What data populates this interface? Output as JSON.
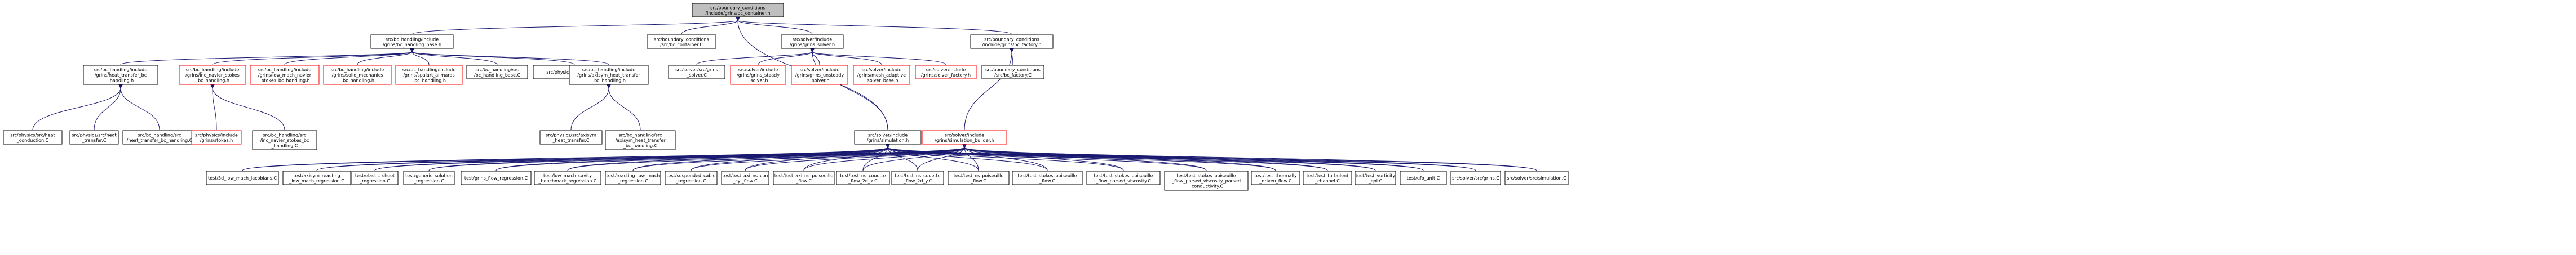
{
  "graph": {
    "colors": {
      "edge": "#191970",
      "border_default": "#000000",
      "border_red": "#ff0000",
      "root_fill": "#bfbfbf",
      "node_fill": "#ffffff"
    },
    "nodes": [
      {
        "id": "bc_container",
        "lines": [
          "src/boundary_conditions",
          "/include/grins/bc_container.h"
        ],
        "border": "default",
        "root": true
      },
      {
        "id": "bc_handling_base",
        "lines": [
          "src/bc_handling/include",
          "/grins/bc_handling_base.h"
        ],
        "border": "default"
      },
      {
        "id": "bc_container_C",
        "lines": [
          "src/boundary_conditions",
          "/src/bc_container.C"
        ],
        "border": "default"
      },
      {
        "id": "grins_solver",
        "lines": [
          "src/solver/include",
          "/grins/grins_solver.h"
        ],
        "border": "default"
      },
      {
        "id": "bc_factory_h",
        "lines": [
          "src/boundary_conditions",
          "/include/grins/bc_factory.h"
        ],
        "border": "default"
      },
      {
        "id": "heat_transfer_bc",
        "lines": [
          "src/bc_handling/include",
          "/grins/heat_transfer_bc",
          "_handling.h"
        ],
        "border": "default"
      },
      {
        "id": "inc_ns_bc",
        "lines": [
          "src/bc_handling/include",
          "/grins/inc_navier_stokes",
          "_bc_handling.h"
        ],
        "border": "red"
      },
      {
        "id": "low_mach_ns_bc",
        "lines": [
          "src/bc_handling/include",
          "/grins/low_mach_navier",
          "_stokes_bc_handling.h"
        ],
        "border": "red"
      },
      {
        "id": "solid_mech_bc",
        "lines": [
          "src/bc_handling/include",
          "/grins/solid_mechanics",
          "_bc_handling.h"
        ],
        "border": "red"
      },
      {
        "id": "spalart_bc",
        "lines": [
          "src/bc_handling/include",
          "/grins/spalart_allmaras",
          "_bc_handling.h"
        ],
        "border": "red"
      },
      {
        "id": "bc_handling_base_C",
        "lines": [
          "src/bc_handling/src",
          "/bc_handling_base.C"
        ],
        "border": "default"
      },
      {
        "id": "physics_C",
        "lines": [
          "src/physics/src/physics.C"
        ],
        "border": "default"
      },
      {
        "id": "axisym_ht_bc",
        "lines": [
          "src/bc_handling/include",
          "/grins/axisym_heat_transfer",
          "_bc_handling.h"
        ],
        "border": "default"
      },
      {
        "id": "grins_solver_C",
        "lines": [
          "src/solver/src/grins",
          "_solver.C"
        ],
        "border": "default"
      },
      {
        "id": "grins_steady_solver",
        "lines": [
          "src/solver/include",
          "/grins/grins_steady",
          "_solver.h"
        ],
        "border": "red"
      },
      {
        "id": "grins_unsteady_solver",
        "lines": [
          "src/solver/include",
          "/grins/grins_unsteady",
          "_solver.h"
        ],
        "border": "red"
      },
      {
        "id": "grins_mesh_adaptive",
        "lines": [
          "src/solver/include",
          "/grins/mesh_adaptive",
          "_solver_base.h"
        ],
        "border": "red"
      },
      {
        "id": "solver_factory_h",
        "lines": [
          "src/solver/include",
          "/grins/solver_factory.h"
        ],
        "border": "red"
      },
      {
        "id": "bc_factory_C",
        "lines": [
          "src/boundary_conditions",
          "/src/bc_factory.C"
        ],
        "border": "default"
      },
      {
        "id": "axi_conduction_C",
        "lines": [
          "src/physics/src/heat",
          "_conduction.C"
        ],
        "border": "default"
      },
      {
        "id": "heat_transfer_C",
        "lines": [
          "src/physics/src/heat",
          "_transfer.C"
        ],
        "border": "default"
      },
      {
        "id": "heat_transfer_bc_C",
        "lines": [
          "src/bc_handling/src",
          "/heat_transfer_bc_handling.C"
        ],
        "border": "default"
      },
      {
        "id": "stokes_h",
        "lines": [
          "src/physics/include",
          "/grins/stokes.h"
        ],
        "border": "red"
      },
      {
        "id": "inc_ns_bc_C",
        "lines": [
          "src/bc_handling/src",
          "/inc_navier_stokes_bc",
          "_handling.C"
        ],
        "border": "default"
      },
      {
        "id": "axisym_ht_C",
        "lines": [
          "src/physics/src/axisym",
          "_heat_transfer.C"
        ],
        "border": "default"
      },
      {
        "id": "axisym_ht_bc_C",
        "lines": [
          "src/bc_handling/src",
          "/axisym_heat_transfer",
          "_bc_handling.C"
        ],
        "border": "default"
      },
      {
        "id": "simulation_h",
        "lines": [
          "src/solver/include",
          "/grins/simulation.h"
        ],
        "border": "default"
      },
      {
        "id": "sim_builder_h",
        "lines": [
          "src/solver/include",
          "/grins/simulation_builder.h"
        ],
        "border": "red"
      },
      {
        "id": "t_3d_low_mach",
        "lines": [
          "test/3d_low_mach_jacobians.C"
        ],
        "border": "default"
      },
      {
        "id": "t_axisym_reacting",
        "lines": [
          "test/axisym_reacting",
          "_low_mach_regression.C"
        ],
        "border": "default"
      },
      {
        "id": "t_elastic_sheet",
        "lines": [
          "test/elastic_sheet",
          "_regression.C"
        ],
        "border": "default"
      },
      {
        "id": "t_generic_solution",
        "lines": [
          "test/generic_solution",
          "_regression.C"
        ],
        "border": "default"
      },
      {
        "id": "t_grins_flow",
        "lines": [
          "test/grins_flow_regression.C"
        ],
        "border": "default"
      },
      {
        "id": "t_low_mach_cavity",
        "lines": [
          "test/low_mach_cavity",
          "_benchmark_regression.C"
        ],
        "border": "default"
      },
      {
        "id": "t_reacting_low_mach",
        "lines": [
          "test/reacting_low_mach",
          "_regression.C"
        ],
        "border": "default"
      },
      {
        "id": "t_suspended_cable",
        "lines": [
          "test/suspended_cable",
          "_regression.C"
        ],
        "border": "default"
      },
      {
        "id": "t_axi_ns_con_cyl",
        "lines": [
          "test/test_axi_ns_con",
          "_cyl_flow.C"
        ],
        "border": "default"
      },
      {
        "id": "t_axi_ns_poiseuille",
        "lines": [
          "test/test_axi_ns_poiseuille",
          "_flow.C"
        ],
        "border": "default"
      },
      {
        "id": "t_ns_couette_2d_x",
        "lines": [
          "test/test_ns_couette",
          "_flow_2d_x.C"
        ],
        "border": "default"
      },
      {
        "id": "t_ns_couette_2d_y",
        "lines": [
          "test/test_ns_couette",
          "_flow_2d_y.C"
        ],
        "border": "default"
      },
      {
        "id": "t_ns_poiseuille",
        "lines": [
          "test/test_ns_poiseuille",
          "_flow.C"
        ],
        "border": "default"
      },
      {
        "id": "t_stokes_poiseuille",
        "lines": [
          "test/test_stokes_poiseuille",
          "_flow.C"
        ],
        "border": "default"
      },
      {
        "id": "t_stokes_parsed_visc",
        "lines": [
          "test/test_stokes_poiseuille",
          "_flow_parsed_viscosity.C"
        ],
        "border": "default"
      },
      {
        "id": "t_stokes_parsed_cond",
        "lines": [
          "test/test_stokes_poiseuille",
          "_flow_parsed_viscosity_parsed",
          "_conductivity.C"
        ],
        "border": "default"
      },
      {
        "id": "t_thermally_driven",
        "lines": [
          "test/test_thermally",
          "_driven_flow.C"
        ],
        "border": "default"
      },
      {
        "id": "t_turbulent_channel",
        "lines": [
          "test/test_turbulent",
          "_channel.C"
        ],
        "border": "default"
      },
      {
        "id": "t_vorticity_qoi",
        "lines": [
          "test/test_vorticity",
          "_qoi.C"
        ],
        "border": "default"
      },
      {
        "id": "t_ufo_unit",
        "lines": [
          "test/ufo_unit.C"
        ],
        "border": "default"
      },
      {
        "id": "grins_C",
        "lines": [
          "src/solver/src/grins.C"
        ],
        "border": "default"
      },
      {
        "id": "simulation_C",
        "lines": [
          "src/solver/src/simulation.C"
        ],
        "border": "default"
      }
    ],
    "edges": [
      [
        "bc_container",
        "bc_handling_base"
      ],
      [
        "bc_container",
        "bc_container_C"
      ],
      [
        "bc_container",
        "grins_solver"
      ],
      [
        "bc_container",
        "bc_factory_h"
      ],
      [
        "bc_container",
        "simulation_h"
      ],
      [
        "bc_handling_base",
        "heat_transfer_bc"
      ],
      [
        "bc_handling_base",
        "inc_ns_bc"
      ],
      [
        "bc_handling_base",
        "low_mach_ns_bc"
      ],
      [
        "bc_handling_base",
        "solid_mech_bc"
      ],
      [
        "bc_handling_base",
        "spalart_bc"
      ],
      [
        "bc_handling_base",
        "bc_handling_base_C"
      ],
      [
        "bc_handling_base",
        "physics_C"
      ],
      [
        "bc_handling_base",
        "axisym_ht_bc"
      ],
      [
        "grins_solver",
        "grins_solver_C"
      ],
      [
        "grins_solver",
        "grins_steady_solver"
      ],
      [
        "grins_solver",
        "grins_unsteady_solver"
      ],
      [
        "grins_solver",
        "grins_mesh_adaptive"
      ],
      [
        "grins_solver",
        "solver_factory_h"
      ],
      [
        "grins_solver",
        "simulation_h"
      ],
      [
        "bc_factory_h",
        "bc_factory_C"
      ],
      [
        "bc_factory_h",
        "sim_builder_h"
      ],
      [
        "heat_transfer_bc",
        "axi_conduction_C"
      ],
      [
        "heat_transfer_bc",
        "heat_transfer_C"
      ],
      [
        "heat_transfer_bc",
        "heat_transfer_bc_C"
      ],
      [
        "inc_ns_bc",
        "stokes_h"
      ],
      [
        "inc_ns_bc",
        "inc_ns_bc_C"
      ],
      [
        "axisym_ht_bc",
        "axisym_ht_C"
      ],
      [
        "axisym_ht_bc",
        "axisym_ht_bc_C"
      ],
      [
        "simulation_h",
        "t_3d_low_mach"
      ],
      [
        "simulation_h",
        "t_axisym_reacting"
      ],
      [
        "simulation_h",
        "t_elastic_sheet"
      ],
      [
        "simulation_h",
        "t_generic_solution"
      ],
      [
        "simulation_h",
        "t_grins_flow"
      ],
      [
        "simulation_h",
        "t_low_mach_cavity"
      ],
      [
        "simulation_h",
        "t_reacting_low_mach"
      ],
      [
        "simulation_h",
        "t_suspended_cable"
      ],
      [
        "simulation_h",
        "t_axi_ns_con_cyl"
      ],
      [
        "simulation_h",
        "t_axi_ns_poiseuille"
      ],
      [
        "simulation_h",
        "t_ns_couette_2d_x"
      ],
      [
        "simulation_h",
        "t_ns_couette_2d_y"
      ],
      [
        "simulation_h",
        "t_ns_poiseuille"
      ],
      [
        "simulation_h",
        "t_stokes_poiseuille"
      ],
      [
        "simulation_h",
        "t_stokes_parsed_visc"
      ],
      [
        "simulation_h",
        "t_stokes_parsed_cond"
      ],
      [
        "simulation_h",
        "t_thermally_driven"
      ],
      [
        "simulation_h",
        "t_turbulent_channel"
      ],
      [
        "simulation_h",
        "t_vorticity_qoi"
      ],
      [
        "simulation_h",
        "t_ufo_unit"
      ],
      [
        "simulation_h",
        "grins_C"
      ],
      [
        "simulation_h",
        "simulation_C"
      ],
      [
        "sim_builder_h",
        "t_3d_low_mach"
      ],
      [
        "sim_builder_h",
        "t_axisym_reacting"
      ],
      [
        "sim_builder_h",
        "t_elastic_sheet"
      ],
      [
        "sim_builder_h",
        "t_generic_solution"
      ],
      [
        "sim_builder_h",
        "t_grins_flow"
      ],
      [
        "sim_builder_h",
        "t_low_mach_cavity"
      ],
      [
        "sim_builder_h",
        "t_reacting_low_mach"
      ],
      [
        "sim_builder_h",
        "t_suspended_cable"
      ],
      [
        "sim_builder_h",
        "t_axi_ns_con_cyl"
      ],
      [
        "sim_builder_h",
        "t_axi_ns_poiseuille"
      ],
      [
        "sim_builder_h",
        "t_ns_couette_2d_x"
      ],
      [
        "sim_builder_h",
        "t_ns_couette_2d_y"
      ],
      [
        "sim_builder_h",
        "t_ns_poiseuille"
      ],
      [
        "sim_builder_h",
        "t_stokes_poiseuille"
      ],
      [
        "sim_builder_h",
        "t_stokes_parsed_visc"
      ],
      [
        "sim_builder_h",
        "t_stokes_parsed_cond"
      ],
      [
        "sim_builder_h",
        "t_thermally_driven"
      ],
      [
        "sim_builder_h",
        "t_turbulent_channel"
      ],
      [
        "sim_builder_h",
        "t_vorticity_qoi"
      ],
      [
        "sim_builder_h",
        "t_ufo_unit"
      ],
      [
        "sim_builder_h",
        "grins_C"
      ],
      [
        "sim_builder_h",
        "simulation_C"
      ]
    ]
  }
}
